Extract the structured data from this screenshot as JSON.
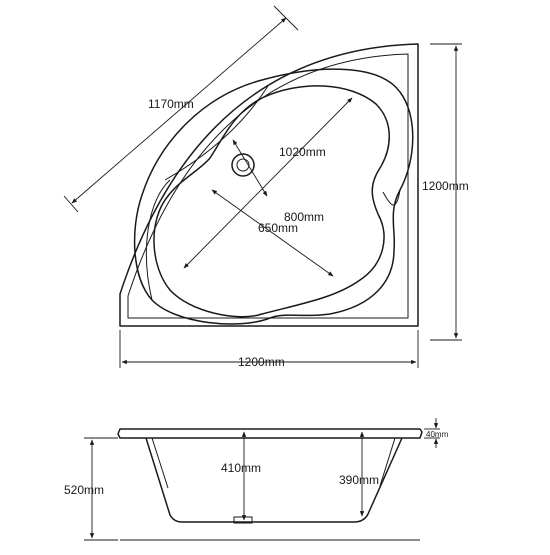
{
  "plan_view": {
    "dim_diagonal": "1170mm",
    "dim_inner_diagonal": "1020mm",
    "dim_inner_long": "800mm",
    "dim_inner_short": "650mm",
    "dim_width": "1200mm",
    "dim_depth": "1200mm"
  },
  "side_view": {
    "dim_total_height": "520mm",
    "dim_inner_depth": "410mm",
    "dim_seat_depth": "390mm",
    "dim_rim": "40mm"
  }
}
